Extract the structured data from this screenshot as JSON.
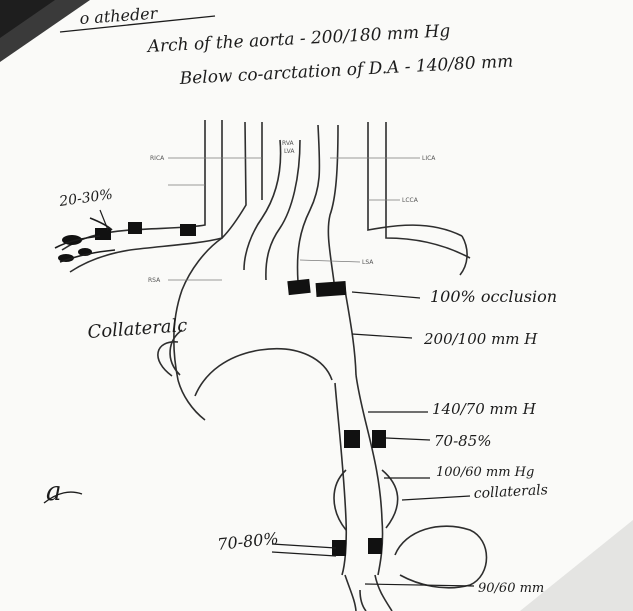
{
  "header": {
    "line1": "o atheder",
    "line2": "Arch of the aorta - 200/180 mm Hg",
    "line3": "Below co-arctation of D.A - 140/80 mm"
  },
  "labels": {
    "top_left_pct": "20-30%",
    "collaterals": "Collateralc",
    "occlusion": "100% occlusion",
    "arch_pressure": "200/100 mm H",
    "descending_pressure": "140/70 mm H",
    "descending_pct": "70-85%",
    "lower_pressure": "100/60 mm Hg",
    "lower_collaterals": "collaterals",
    "iliac_pct": "70-80%",
    "iliac_pressure": "90/60 mm",
    "signature": "a"
  },
  "anatomy": {
    "rica": "RICA",
    "lica": "LICA",
    "lsa": "LSA",
    "rsa": "RSA",
    "rva": "RVA",
    "lva": "LVA",
    "lcca": "LCCA"
  },
  "colors": {
    "ink": "#1c1c1c",
    "line": "#3a3a3a",
    "paper": "#fafaf8",
    "shadow": "#3a3a3a"
  }
}
